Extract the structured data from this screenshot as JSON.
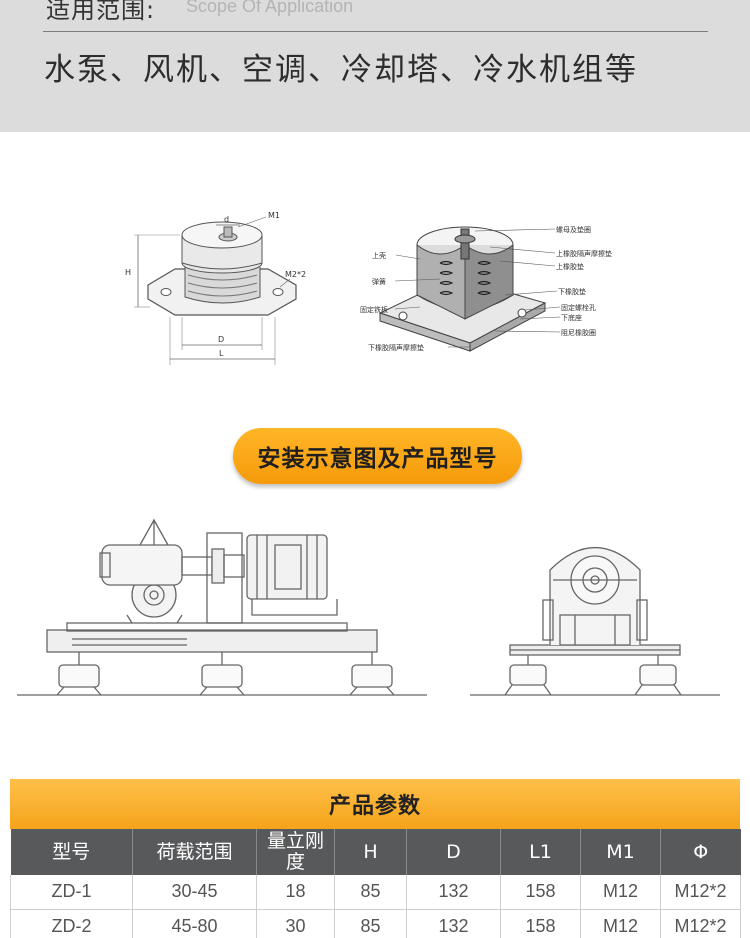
{
  "banner": {
    "heading": "适用范围:",
    "subheading": "Scope Of Application",
    "applications": "水泵、风机、空调、冷却塔、冷水机组等"
  },
  "diagram_left": {
    "label_d": "d",
    "label_m1": "M1",
    "label_h": "H",
    "label_m2": "M2*2",
    "label_dd": "D",
    "label_l": "L"
  },
  "diagram_right": {
    "label_nut": "螺母及垫圈",
    "label_upper_pad": "上橡胶隔声摩擦垫",
    "label_upper_rubber": "上橡胶垫",
    "label_shell": "上壳",
    "label_spring": "弹簧",
    "label_lower_rubber": "下橡胶垫",
    "label_plate": "固定铁板",
    "label_bolt_hole": "固定螺栓孔",
    "label_base": "下底座",
    "label_damping": "阻尼橡胶圈",
    "label_lower_pad": "下橡胶隔声摩擦垫"
  },
  "section_title": "安装示意图及产品型号",
  "table": {
    "title": "产品参数",
    "headers": [
      "型号",
      "荷载范围",
      "量立刚度",
      "H",
      "D",
      "L1",
      "M1",
      "Φ"
    ],
    "rows": [
      [
        "ZD-1",
        "30-45",
        "18",
        "85",
        "132",
        "158",
        "M12",
        "M12*2"
      ],
      [
        "ZD-2",
        "45-80",
        "30",
        "85",
        "132",
        "158",
        "M12",
        "M12*2"
      ]
    ]
  }
}
